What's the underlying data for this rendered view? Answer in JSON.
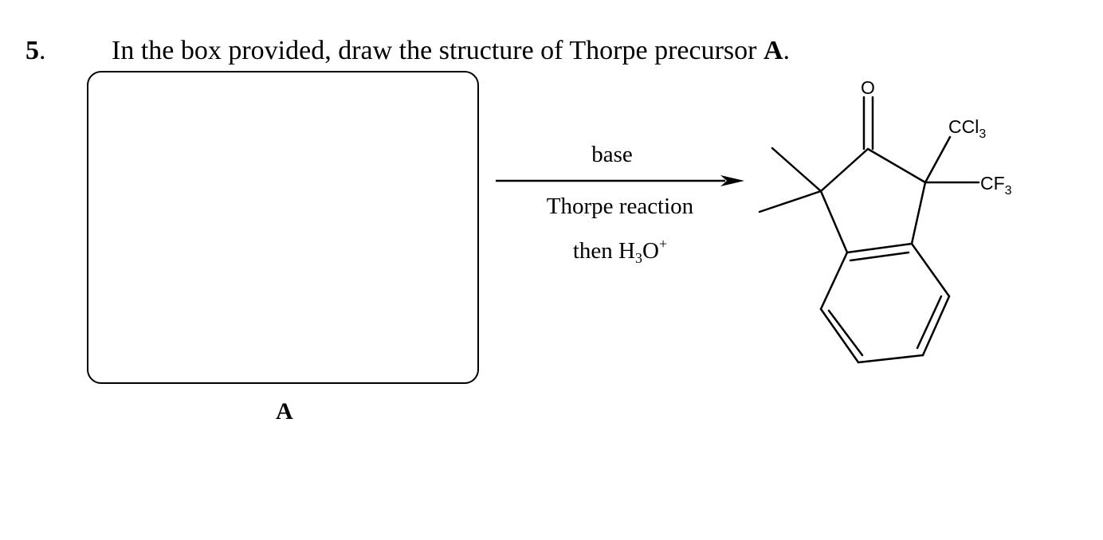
{
  "question": {
    "number": "5",
    "number_suffix": ".",
    "text_before": "In the box provided, draw the structure of Thorpe precursor ",
    "text_bold": "A",
    "text_after": "."
  },
  "answer_box": {
    "label": "A"
  },
  "reaction": {
    "reagent_above": "base",
    "reagent_below_line1": "Thorpe reaction",
    "reagent_below_line2_prefix": "then H",
    "reagent_below_line2_sub": "3",
    "reagent_below_line2_mid": "O",
    "reagent_below_line2_sup": "+"
  },
  "product": {
    "oxygen_label": "O",
    "substituent_top_main": "CCl",
    "substituent_top_sub": "3",
    "substituent_right_main": "CF",
    "substituent_right_sub": "3"
  }
}
